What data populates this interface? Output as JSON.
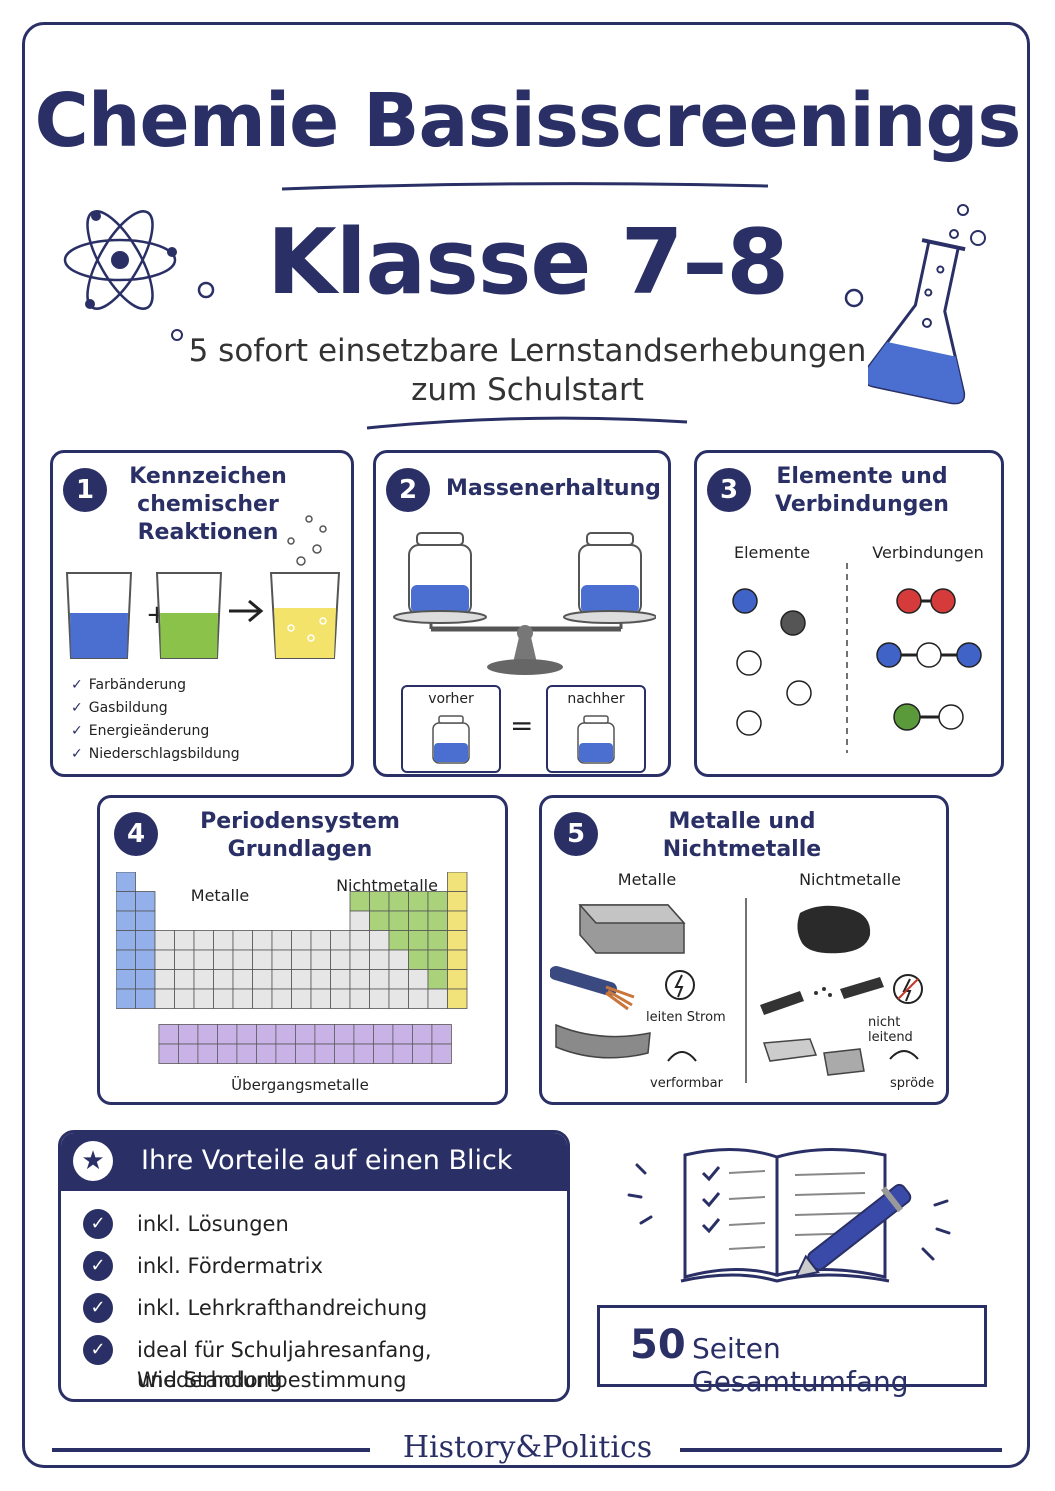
{
  "header": {
    "title": "Chemie Basisscreenings",
    "grade": "Klasse 7–8",
    "subtitle_line1": "5 sofort einsetzbare Lernstandserhebungen",
    "subtitle_line2": "zum Schulstart"
  },
  "cards": [
    {
      "number": "1",
      "title_lines": [
        "Kennzeichen",
        "chemischer",
        "Reaktionen"
      ],
      "checklist": [
        "Farbänderung",
        "Gasbildung",
        "Energieänderung",
        "Niederschlagsbildung"
      ]
    },
    {
      "number": "2",
      "title": "Massenerhaltung",
      "before_label": "vorher",
      "after_label": "nachher",
      "equals": "="
    },
    {
      "number": "3",
      "title_lines": [
        "Elemente und",
        "Verbindungen"
      ],
      "left_label": "Elemente",
      "right_label": "Verbindungen"
    },
    {
      "number": "4",
      "title_lines": [
        "Periodensystem",
        "Grundlagen"
      ],
      "label_metals": "Metalle",
      "label_nonmetals": "Nichtmetalle",
      "label_transition": "Übergangsmetalle"
    },
    {
      "number": "5",
      "title_lines": [
        "Metalle und",
        "Nichtmetalle"
      ],
      "left_label": "Metalle",
      "right_label": "Nichtmetalle",
      "metal_props": [
        "leiten Strom",
        "verformbar"
      ],
      "nonmetal_props": [
        "nicht leitend",
        "spröde"
      ]
    }
  ],
  "benefits": {
    "title": "Ihre Vorteile auf einen Blick",
    "items": [
      "inkl. Lösungen",
      "inkl. Fördermatrix",
      "inkl. Lehrkrafthandreichung",
      "ideal für Schuljahresanfang, Wiederholung",
      "und Standortbestimmung"
    ]
  },
  "pages": {
    "count": "50",
    "label": "Seiten Gesamtumfang"
  },
  "footer": {
    "brand": "History&Politics"
  },
  "colors": {
    "navy": "#2a3066",
    "blue_liquid": "#4a6fd1",
    "green_liquid": "#8bc34a",
    "yellow_liquid": "#f3e36a",
    "purple": "#c9b3e6"
  }
}
